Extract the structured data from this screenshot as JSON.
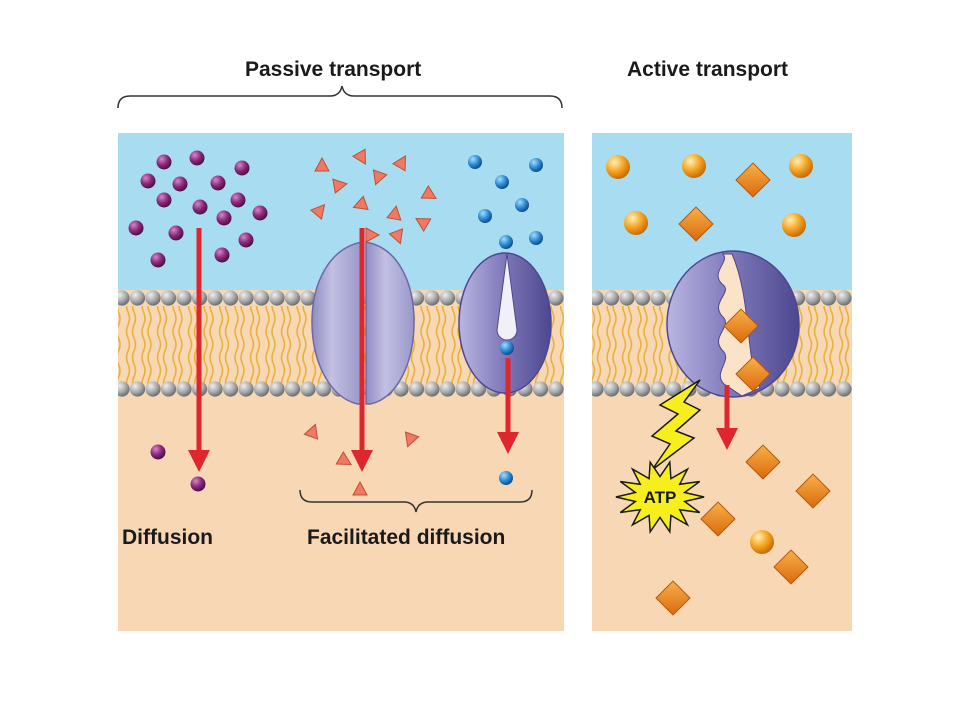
{
  "labels": {
    "passive_transport": "Passive transport",
    "active_transport": "Active transport",
    "diffusion": "Diffusion",
    "facilitated_diffusion": "Facilitated diffusion",
    "atp": "ATP"
  },
  "colors": {
    "extracellular": "#a8dcf1",
    "cytoplasm": "#f8d7b5",
    "phospholipid_head": "#a7a9ab",
    "phospholipid_tail": "#e8b23a",
    "arrow": "#e0262d",
    "purple_solute": "#8b2a7e",
    "red_triangle_solute": "#ee7a63",
    "blue_solute": "#2f8fd6",
    "orange_sphere_solute": "#f5a623",
    "orange_diamond_solute": "#ef8a1f",
    "channel_protein": "#b3b1d8",
    "carrier_protein": "#7d77b8",
    "atp_burst": "#f6ee1d"
  }
}
